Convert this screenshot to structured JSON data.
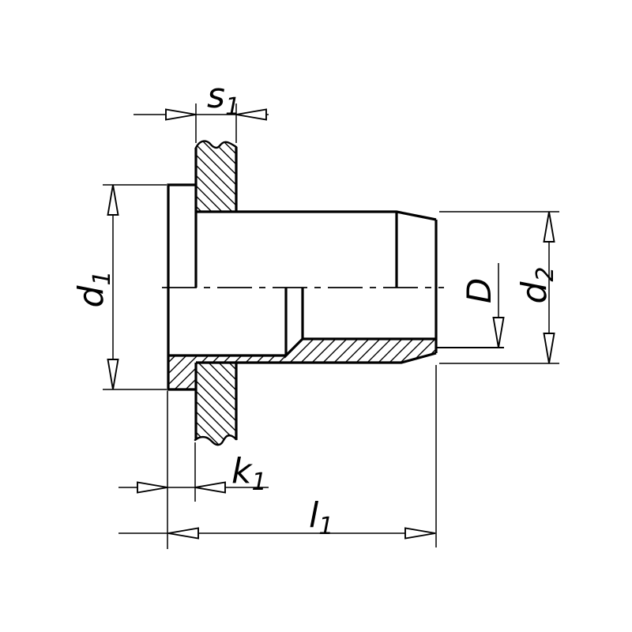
{
  "drawing": {
    "dimension_labels": {
      "s1": {
        "base": "s",
        "sub": "1"
      },
      "d1": {
        "base": "d",
        "sub": "1"
      },
      "D": {
        "base": "D",
        "sub": ""
      },
      "d2": {
        "base": "d",
        "sub": "2"
      },
      "k1": {
        "base": "k",
        "sub": "1"
      },
      "l1": {
        "base": "l",
        "sub": "1"
      }
    },
    "colors": {
      "line": "#000000",
      "background": "#ffffff"
    }
  }
}
